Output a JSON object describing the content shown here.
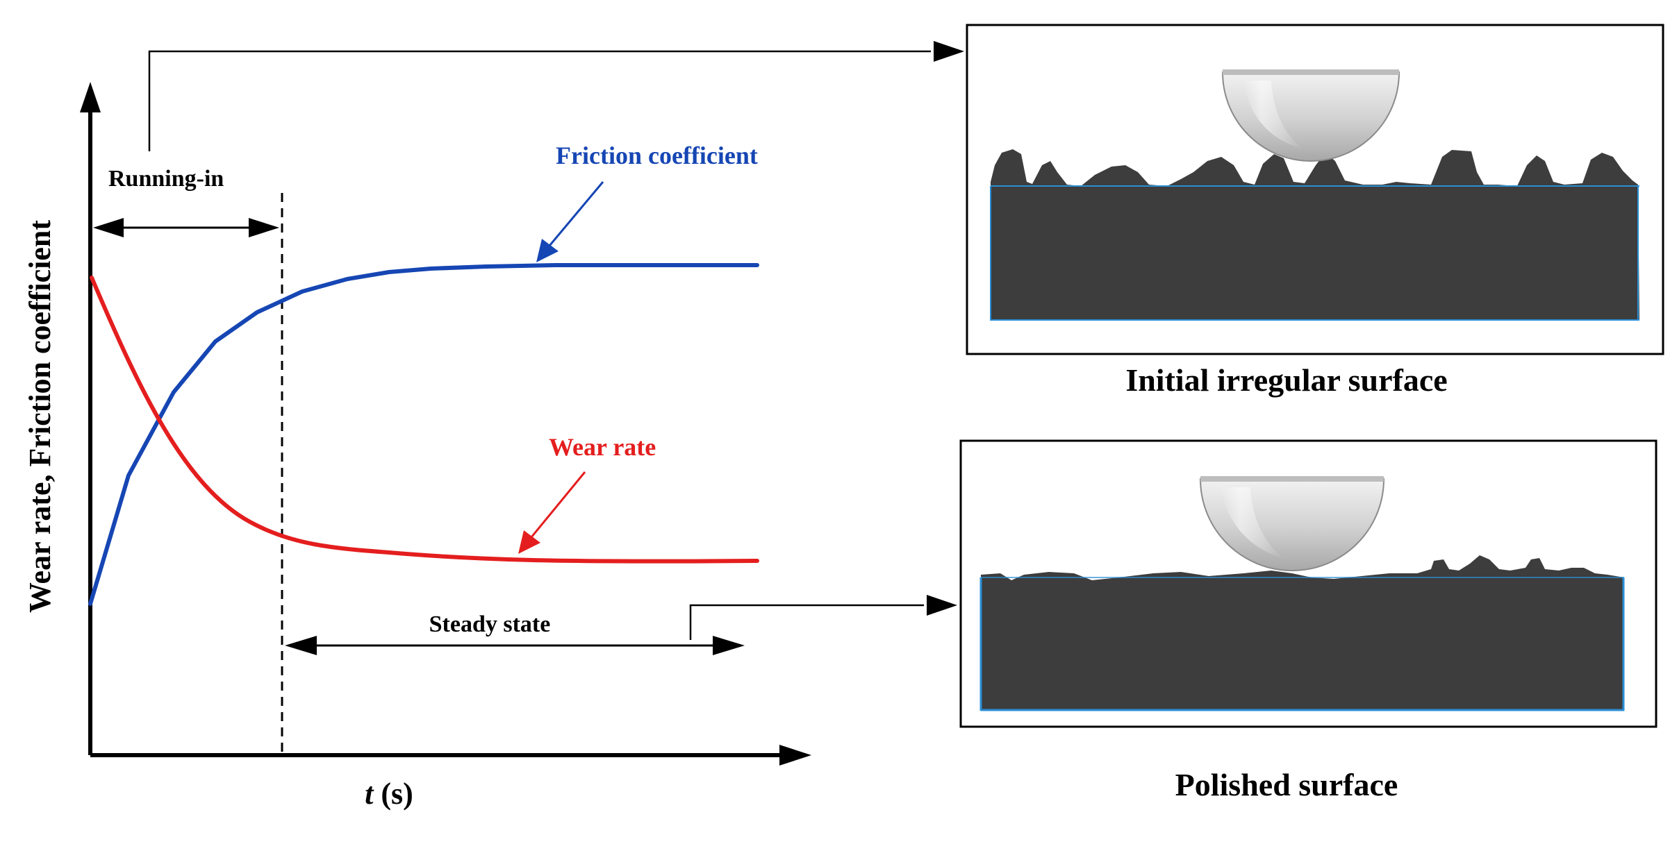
{
  "chart": {
    "ylabel": "Wear rate, Friction coefficient",
    "xlabel_var": "t",
    "xlabel_unit": " (s)",
    "running_in_label": "Running-in",
    "steady_state_label": "Steady state",
    "friction_label": "Friction coefficient",
    "wear_label": "Wear rate"
  },
  "panels": {
    "initial_caption": "Initial irregular surface",
    "polished_caption": "Polished surface"
  },
  "colors": {
    "friction": "#1646b4",
    "wear": "#e41e1e",
    "surface": "#3d3d3d",
    "surface_edge": "#2a8fd6",
    "axis": "#000000"
  }
}
